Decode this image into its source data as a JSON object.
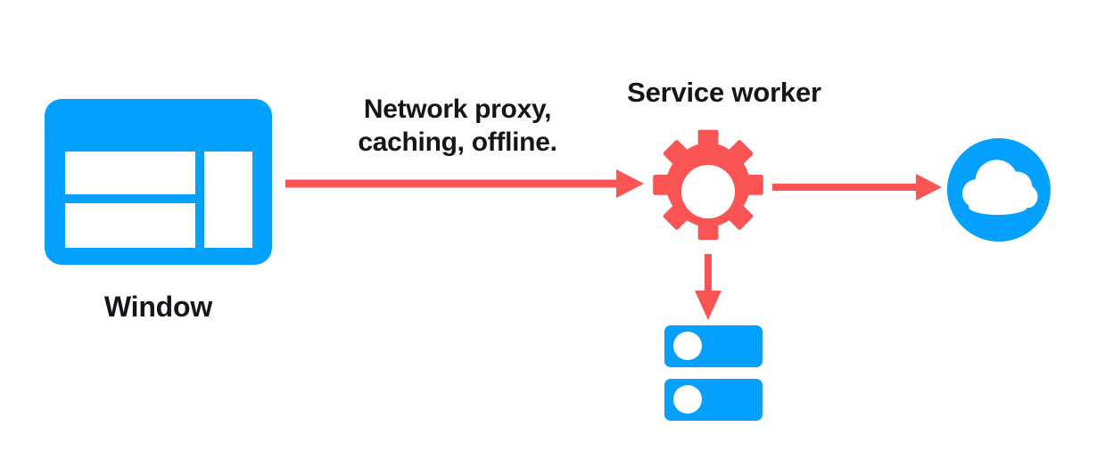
{
  "diagram": {
    "title": "Service worker network proxy diagram",
    "background_color": "#ffffff",
    "palette": {
      "blue": "#03a1fd",
      "red": "#fb5454",
      "text": "#16161a",
      "white": "#ffffff"
    },
    "nodes": {
      "window": {
        "label": "Window",
        "icon": "browser-window-icon",
        "color": "#03a1fd"
      },
      "service_worker": {
        "label": "Service worker",
        "icon": "gear-icon",
        "color": "#fb5454",
        "gear_teeth": 8
      },
      "cloud": {
        "label": "",
        "icon": "cloud-icon",
        "color": "#03a1fd"
      },
      "storage": {
        "label": "",
        "icon": "database-icon",
        "color": "#03a1fd",
        "bars": 2
      }
    },
    "edges": [
      {
        "id": "window-to-service-worker",
        "from": "window",
        "to": "service_worker",
        "caption_line_1": "Network proxy,",
        "caption_line_2": "caching, offline.",
        "color": "#fb5454",
        "direction": "right"
      },
      {
        "id": "service-worker-to-cloud",
        "from": "service_worker",
        "to": "cloud",
        "color": "#fb5454",
        "direction": "right"
      },
      {
        "id": "service-worker-to-storage",
        "from": "service_worker",
        "to": "storage",
        "color": "#fb5454",
        "direction": "down"
      }
    ]
  }
}
